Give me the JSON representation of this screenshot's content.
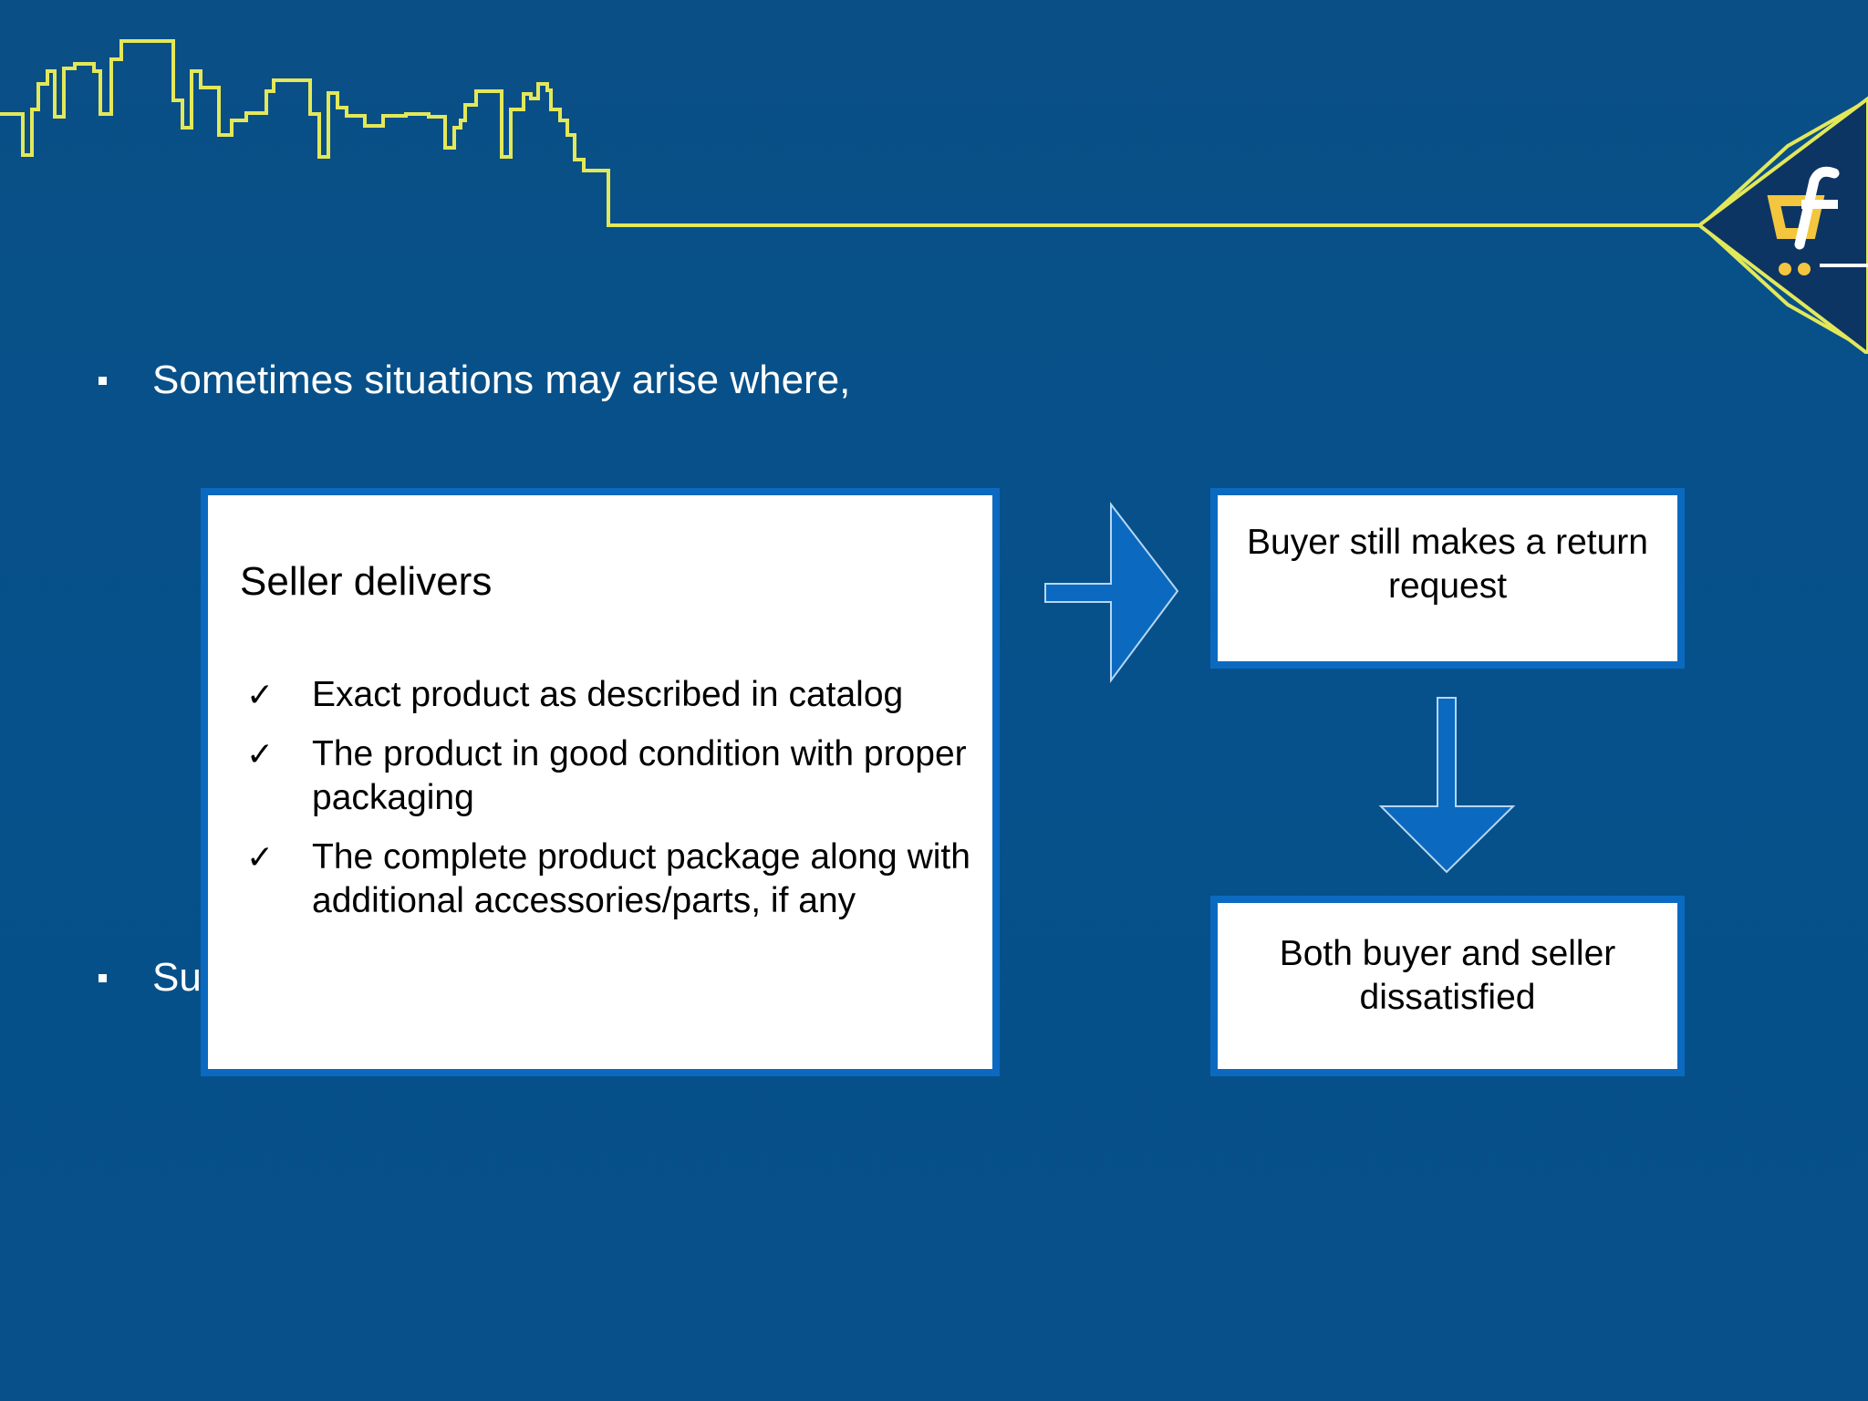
{
  "bullets": [
    {
      "text": "Sometimes situations may arise where,"
    },
    {
      "text": "Su"
    }
  ],
  "main_box": {
    "title": "Seller delivers",
    "items": [
      {
        "icon": "checkmark-icon",
        "text": "Exact product as described in catalog"
      },
      {
        "icon": "checkmark-icon",
        "text": "The product in good condition with proper packaging"
      },
      {
        "icon": "checkmark-icon",
        "text": "The complete product package along with additional accessories/parts, if any"
      }
    ]
  },
  "flow": {
    "box_top": "Buyer still makes a return request",
    "box_bottom": "Both buyer and seller dissatisfied"
  },
  "colors": {
    "background": "#064f8a",
    "accent": "#0b6ac0",
    "skyline": "#e3e85a",
    "text_on_background": "#ffffff"
  }
}
